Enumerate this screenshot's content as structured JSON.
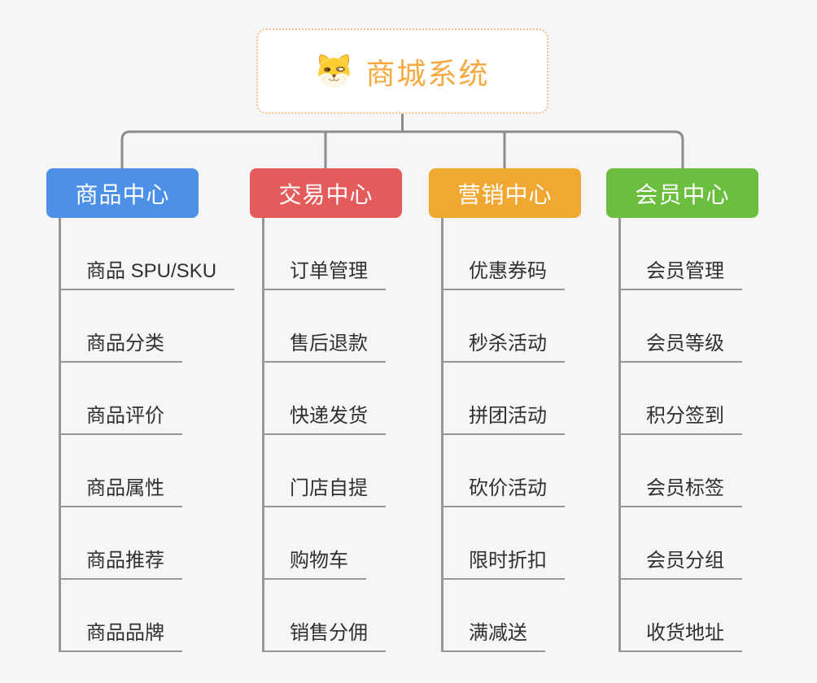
{
  "root": {
    "title": "商城系统",
    "icon": "shiba-dog-icon"
  },
  "colors": {
    "background": "#F6F6F6",
    "connector": "#8C8C8C",
    "underline": "#979797",
    "root_border": "#F2BE82",
    "root_accent": "#F5A93F"
  },
  "branches": [
    {
      "label": "商品中心",
      "color": "#4D90E8",
      "items": [
        "商品 SPU/SKU",
        "商品分类",
        "商品评价",
        "商品属性",
        "商品推荐",
        "商品品牌"
      ]
    },
    {
      "label": "交易中心",
      "color": "#E45B5B",
      "items": [
        "订单管理",
        "售后退款",
        "快递发货",
        "门店自提",
        "购物车",
        "销售分佣"
      ]
    },
    {
      "label": "营销中心",
      "color": "#F0A833",
      "items": [
        "优惠券码",
        "秒杀活动",
        "拼团活动",
        "砍价活动",
        "限时折扣",
        "满减送"
      ]
    },
    {
      "label": "会员中心",
      "color": "#6CBE3E",
      "items": [
        "会员管理",
        "会员等级",
        "积分签到",
        "会员标签",
        "会员分组",
        "收货地址"
      ]
    }
  ]
}
